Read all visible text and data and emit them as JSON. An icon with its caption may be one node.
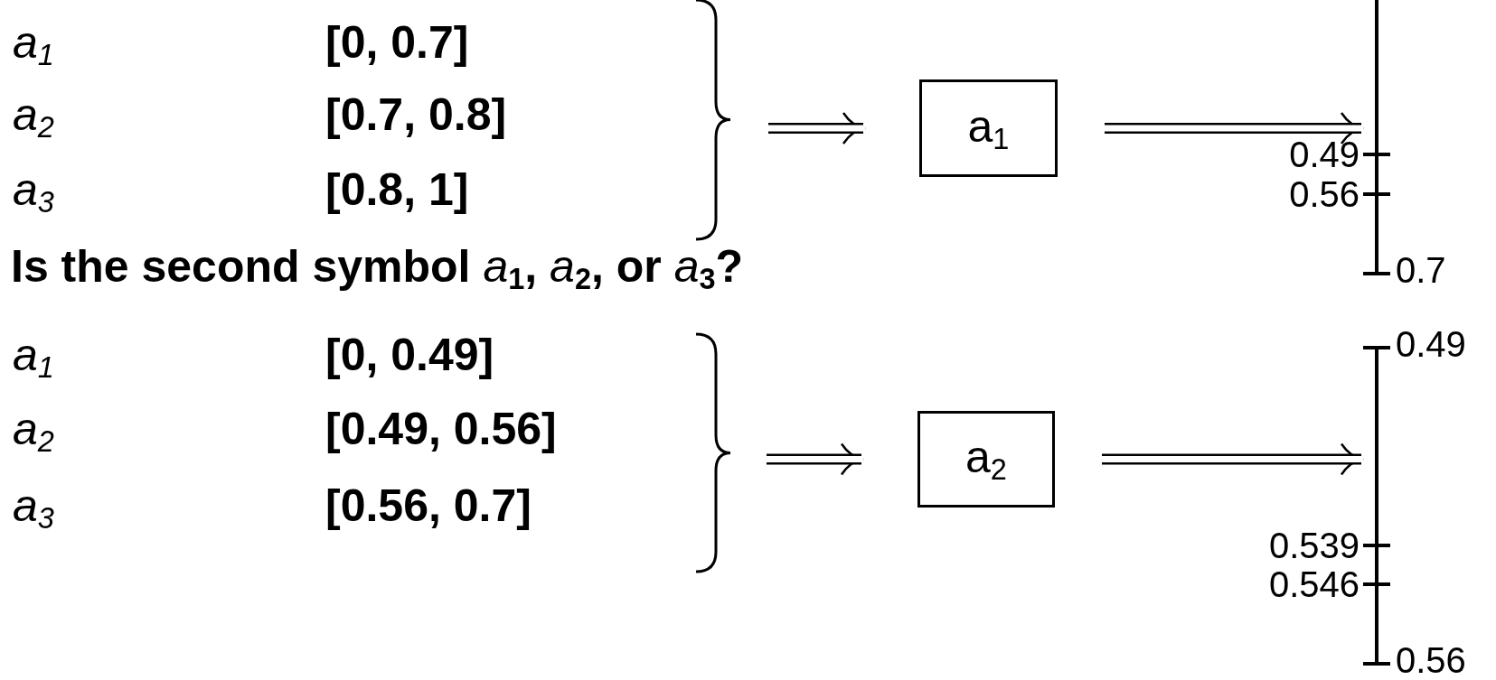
{
  "diagram": {
    "nodes": [
      {
        "text": [
          "a$_{1}$"
        ]
      },
      {
        "text": [],
        "shape": "bar",
        "beside": [
          "0.49",
          "0.56",
          "0.7"
        ]
      },
      {
        "text": [
          "a$_{2}$"
        ]
      },
      {
        "text": [],
        "shape": "bar",
        "beside": [
          "0.49",
          "0.539",
          "0.546",
          "0.56"
        ]
      }
    ],
    "edges": [
      {
        "from": null,
        "to": 0,
        "arrow": "to"
      },
      {
        "from": 0,
        "to": 1,
        "arrow": "to"
      },
      {
        "from": null,
        "to": 2,
        "arrow": "to"
      },
      {
        "from": 2,
        "to": 3,
        "arrow": "to"
      }
    ],
    "labels": [
      "a$_{1}$",
      "[0, 0.7]",
      "a$_{2}$",
      "[0.7, 0.8]",
      "a$_{3}$",
      "[0.8, 1]",
      "Is the second symbol *a*$_{1}$, *a*$_{2}$, or *a*$_{3}$?",
      "a$_{1}$",
      "[0, 0.49]",
      "a$_{2}$",
      "[0.49, 0.56]",
      "a$_{3}$",
      "[0.56, 0.7]"
    ]
  }
}
